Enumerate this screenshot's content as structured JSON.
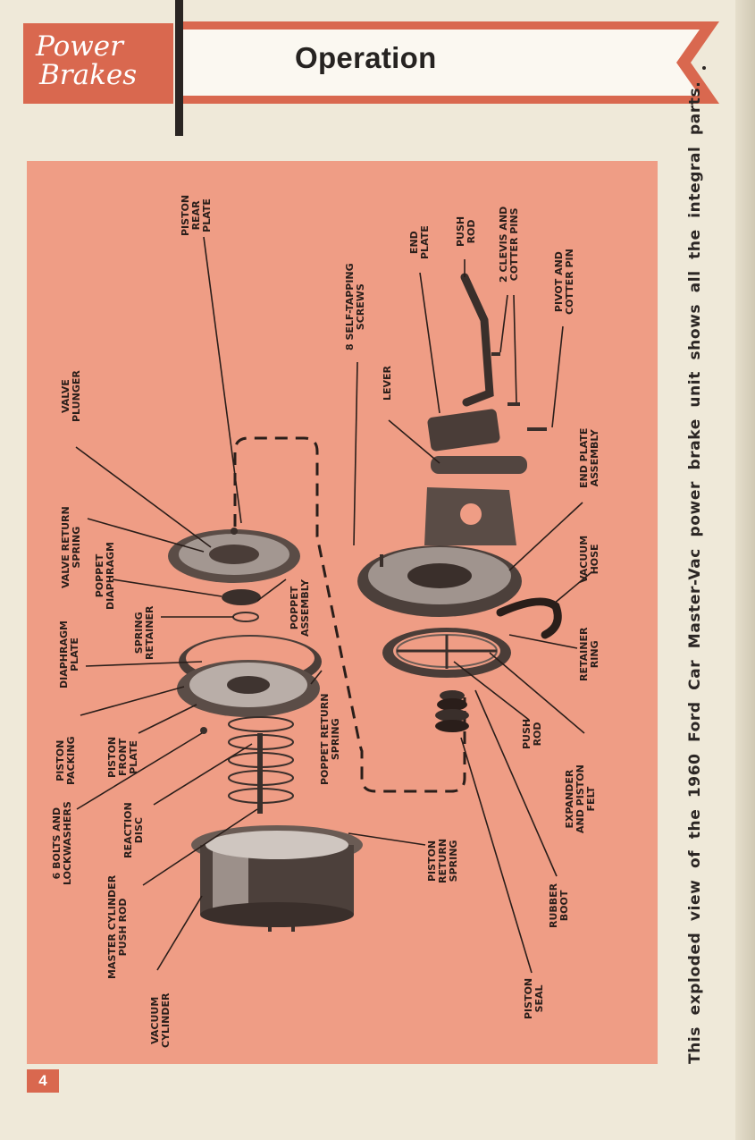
{
  "header": {
    "logo_line1": "Power",
    "logo_line2": "Brakes",
    "title": "Operation"
  },
  "labels": {
    "piston_rear_plate": [
      "PISTON",
      "REAR",
      "PLATE"
    ],
    "valve_plunger": [
      "VALVE",
      "PLUNGER"
    ],
    "valve_return_spring": [
      "VALVE RETURN",
      "SPRING"
    ],
    "poppet_diaphragm": [
      "POPPET",
      "DIAPHRAGM"
    ],
    "spring_retainer": [
      "SPRING",
      "RETAINER"
    ],
    "diaphragm_plate": [
      "DIAPHRAGM",
      "PLATE"
    ],
    "poppet_assembly": [
      "POPPET",
      "ASSEMBLY"
    ],
    "piston_packing": [
      "PISTON",
      "PACKING"
    ],
    "piston_front_plate": [
      "PISTON",
      "FRONT",
      "PLATE"
    ],
    "poppet_return_spring": [
      "POPPET RETURN",
      "SPRING"
    ],
    "bolts_lockwashers": [
      "6 BOLTS AND",
      "LOCKWASHERS"
    ],
    "reaction_disc": [
      "REACTION",
      "DISC"
    ],
    "master_cylinder_push_rod": [
      "MASTER CYLINDER",
      "PUSH ROD"
    ],
    "vacuum_cylinder": [
      "VACUUM",
      "CYLINDER"
    ],
    "piston_return_spring": [
      "PISTON",
      "RETURN",
      "SPRING"
    ],
    "self_tapping_screws": [
      "8 SELF-TAPPING",
      "SCREWS"
    ],
    "lever": [
      "LEVER"
    ],
    "end_plate": [
      "END",
      "PLATE"
    ],
    "push_rod_top": [
      "PUSH",
      "ROD"
    ],
    "clevis_cotter_pins": [
      "2 CLEVIS AND",
      "COTTER PINS"
    ],
    "pivot_cotter_pin": [
      "PIVOT AND",
      "COTTER PIN"
    ],
    "end_plate_assembly": [
      "END PLATE",
      "ASSEMBLY"
    ],
    "vacuum_hose": [
      "VACUUM",
      "HOSE"
    ],
    "retainer_ring": [
      "RETAINER",
      "RING"
    ],
    "push_rod_bottom": [
      "PUSH",
      "ROD"
    ],
    "expander_piston_felt": [
      "EXPANDER",
      "AND PISTON",
      "FELT"
    ],
    "rubber_boot": [
      "RUBBER",
      "BOOT"
    ],
    "piston_seal": [
      "PISTON",
      "SEAL"
    ]
  },
  "caption": "This exploded view of the 1960 Ford Car Master-Vac power brake unit shows all the integral parts.",
  "page_number": "4",
  "colors": {
    "accent": "#d9684f",
    "figure_bg": "#ef9d85",
    "paper": "#efe9d9"
  }
}
